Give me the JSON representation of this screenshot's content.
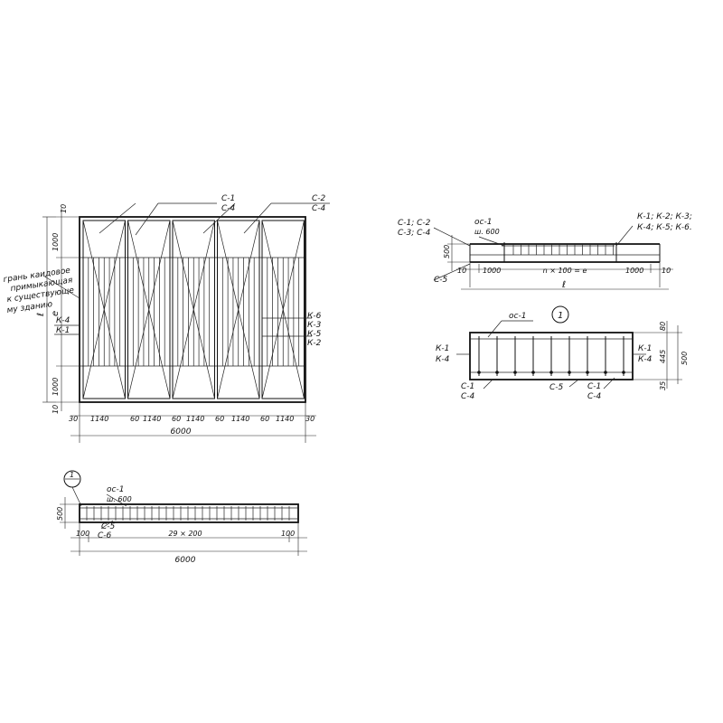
{
  "plan": {
    "callout_c1_top": "С-1",
    "callout_c4_top": "С-4",
    "callout_c2": "С-2",
    "callout_c4_right": "С-4",
    "edge_note": [
      "грань каидовое",
      "примыкающая",
      "к существующе",
      "му зданию"
    ],
    "left_k4": "К-4",
    "left_k1": "К-1",
    "right_k6": "К-6",
    "right_k3": "К-3",
    "right_k5": "К-5",
    "right_k2": "К-2",
    "dim_10_top": "10",
    "dim_1000_top": "1000",
    "dim_e": "е",
    "dim_l": "ℓ",
    "dim_1000_bottom": "1000",
    "dim_10_bottom": "10",
    "bottom_dims": [
      "30",
      "1140",
      "60",
      "1140",
      "60",
      "1140",
      "60",
      "1140",
      "60",
      "1140",
      "30"
    ],
    "overall": "6000"
  },
  "elevation": {
    "c1c2": "С-1; С-2",
    "c3c4": "С-3; С-4",
    "oc1": "ос-1",
    "sh600": "ш. 600",
    "k_list_1": "К-1; К-2; К-3;",
    "k_list_2": "К-4; К-5; К-6.",
    "c5": "С-5",
    "h500": "500",
    "d10_left": "10",
    "d1000_left": "1000",
    "middle": "n × 100 = e",
    "d1000_right": "1000",
    "d10_right": "10",
    "l": "ℓ"
  },
  "section1": {
    "marker": "1",
    "oc1": "ос-1",
    "k1_left": "К-1",
    "k4_left": "К-4",
    "k1_right": "К-1",
    "k4_right": "К-4",
    "c1_left": "С-1",
    "c4_left": "С-4",
    "c5": "С-5",
    "c1_right": "С-1",
    "c4_right": "С-4",
    "d80": "80",
    "d445": "445",
    "d500": "500",
    "d35": "35"
  },
  "bottom_view": {
    "marker": "1",
    "oc1": "ос-1",
    "sh600": "ш. 600",
    "c5": "С-5",
    "c6": "С-6",
    "h500": "500",
    "d100_left": "100",
    "middle": "29 × 200",
    "d100_right": "100",
    "overall": "6000"
  }
}
